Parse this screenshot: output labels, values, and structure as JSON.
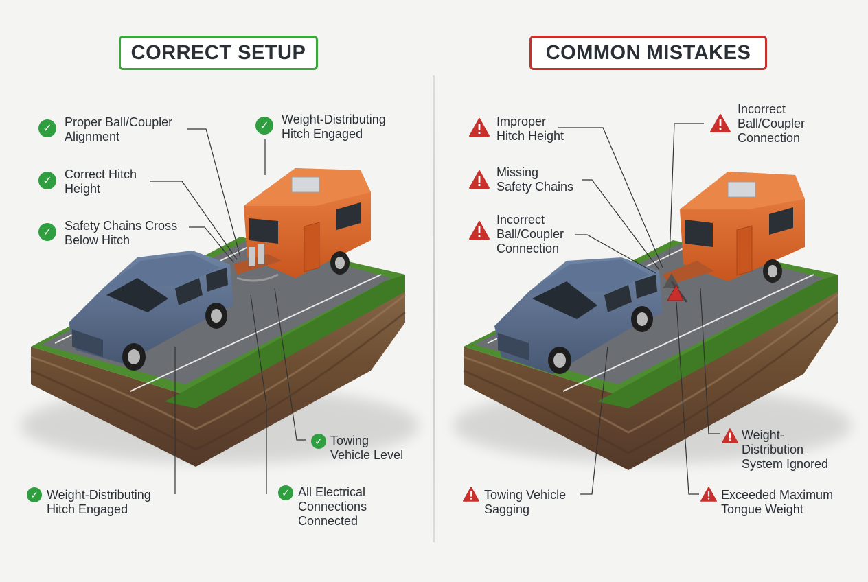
{
  "colors": {
    "good": "#2e9e3e",
    "bad": "#c9302c",
    "trailer": "#d9662a",
    "suv": "#5a6e8c",
    "grass": "#4e8d2f",
    "soil": "#7a5a3c",
    "road": "#6b6e72"
  },
  "correct": {
    "title": "CORRECT SETUP",
    "labels": {
      "ball_coupler": [
        "Proper Ball/Coupler",
        "Alignment"
      ],
      "hitch_height": [
        "Correct Hitch",
        "Height"
      ],
      "safety_chains": [
        "Safety Chains Cross",
        "Below Hitch"
      ],
      "wd_hitch_top": [
        "Weight-Distributing",
        "Hitch Engaged"
      ],
      "vehicle_level": [
        "Towing",
        "Vehicle Level"
      ],
      "electrical": [
        "All Electrical",
        "Connections",
        "Connected"
      ],
      "wd_hitch_bottom": [
        "Weight-Distributing",
        "Hitch Engaged"
      ]
    },
    "icon": "check-circle-icon"
  },
  "mistakes": {
    "title": "COMMON MISTAKES",
    "labels": {
      "hitch_height": [
        "Improper",
        "Hitch Height"
      ],
      "safety_chains": [
        "Missing",
        "Safety Chains"
      ],
      "ball_coupler_left": [
        "Incorrect",
        "Ball/Coupler",
        "Connection"
      ],
      "ball_coupler_top": [
        "Incorrect",
        "Ball/Coupler",
        "Connection"
      ],
      "wd_ignored": [
        "Weight-",
        "Distribution",
        "System Ignored"
      ],
      "tongue_weight": [
        "Exceeded Maximum",
        "Tongue Weight"
      ],
      "sagging": [
        "Towing Vehicle",
        "Sagging"
      ]
    },
    "icon": "warning-triangle-icon"
  }
}
